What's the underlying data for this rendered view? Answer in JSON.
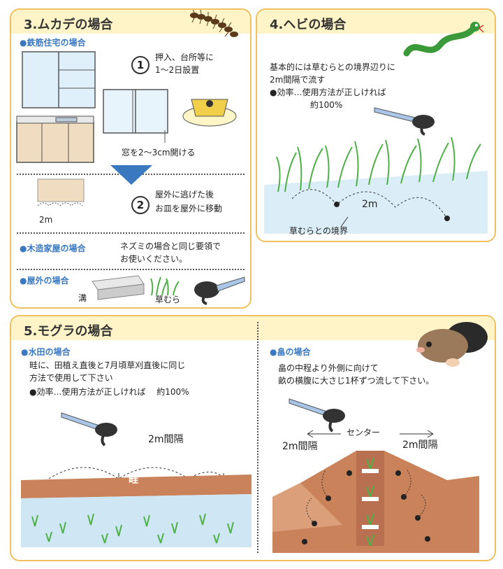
{
  "centipede": {
    "title": "3.ムカデの場合",
    "rc_house": {
      "label": "●鉄筋住宅の場合"
    },
    "step1": {
      "num": "1",
      "line1": "押入、台所等に",
      "line2": "1〜2日設置"
    },
    "window_note": "窓を2〜3cm開ける",
    "step2": {
      "num": "2",
      "line1": "屋外に逃げた後",
      "line2": "お皿を屋外に移動"
    },
    "distance": "2m",
    "wood_house": {
      "label": "●木造家屋の場合",
      "line1": "ネズミの場合と同じ要領で",
      "line2": "お使いください。"
    },
    "outdoor": {
      "label": "●屋外の場合",
      "ditch": "溝",
      "grass": "草むら"
    }
  },
  "snake": {
    "title": "4.ヘビの場合",
    "line1": "基本的には草むらとの境界辺りに",
    "line2": "2m間隔で流す",
    "eff1": "●効率…使用方法が正しければ",
    "eff2": "約100%",
    "distance": "2m",
    "boundary": "草むらとの境界"
  },
  "mole": {
    "title": "5.モグラの場合",
    "paddy": {
      "label": "●水田の場合",
      "line1": "畦に、田植え直後と7月頃草刈直後に同じ",
      "line2": "方法で使用して下さい",
      "eff": "●効率…使用方法が正しければ　 約100%",
      "interval": "2m間隔",
      "ridge": "畦"
    },
    "field": {
      "label": "●畠の場合",
      "line1": "畠の中程より外側に向けて",
      "line2": "畝の横腹に大さじ1杯ずつ流して下さい。",
      "center": "センター",
      "left_interval": "2m間隔",
      "right_interval": "2m間隔"
    }
  },
  "colors": {
    "border": "#f0c060",
    "header_bg": "#fff4c8",
    "subhead": "#3a78c0",
    "soil": "#c9825a",
    "water": "#cfe6f5",
    "grass": "#4fb048"
  }
}
